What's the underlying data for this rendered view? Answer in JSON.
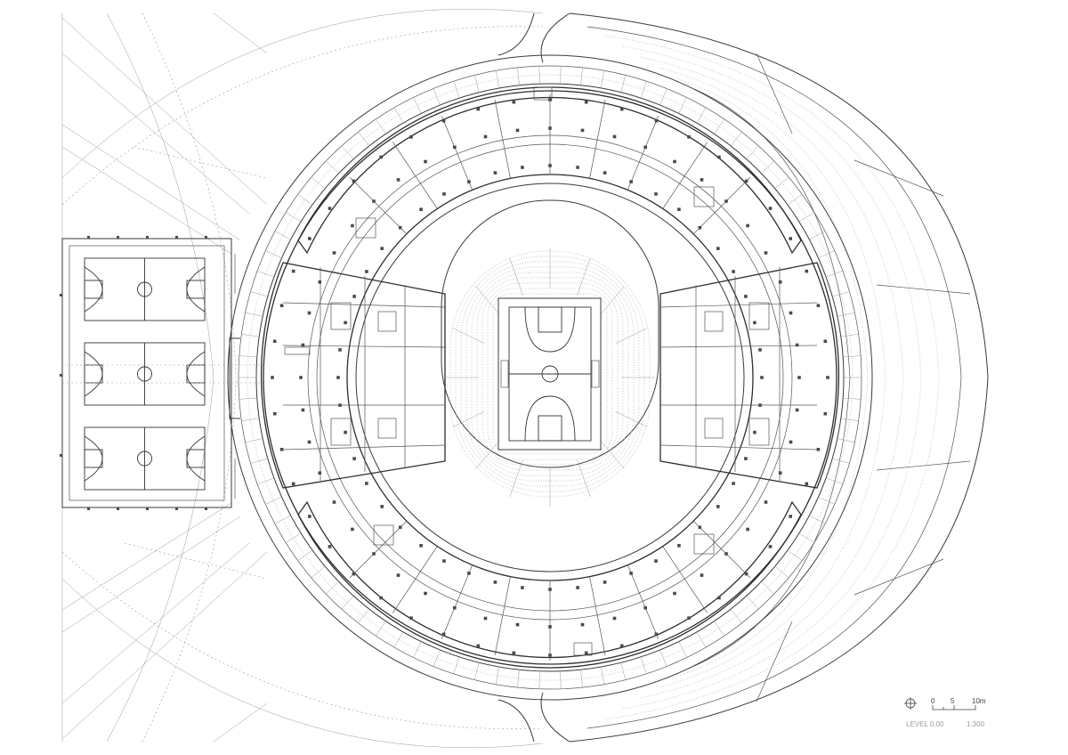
{
  "drawing": {
    "level_label": "LEVEL 0.00",
    "scale_label": "1:300"
  },
  "scale_bar": {
    "ticks": [
      "0",
      "5",
      "10m"
    ]
  },
  "icons": {
    "north": "north-arrow-icon"
  }
}
